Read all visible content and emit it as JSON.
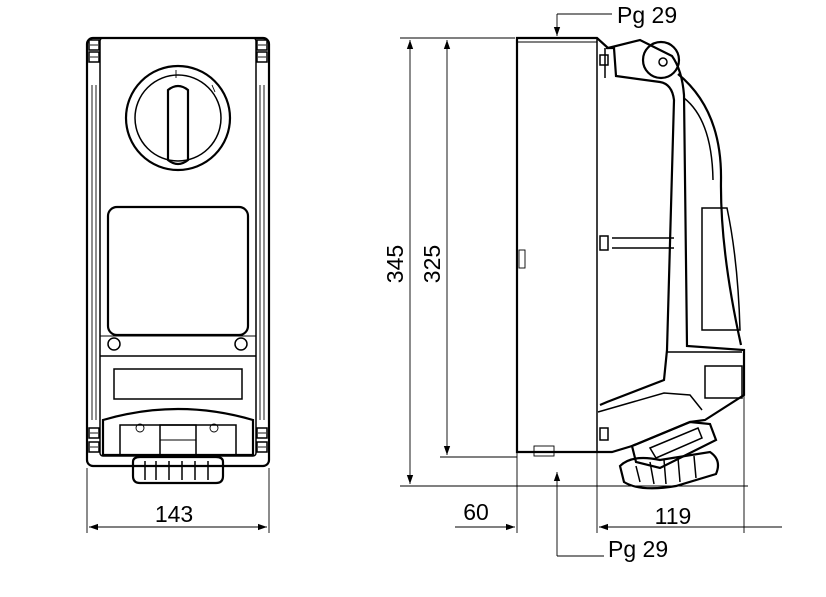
{
  "drawing": {
    "front_view": {
      "width_label": "143"
    },
    "side_view": {
      "height_overall_label": "345",
      "height_inner_label": "325",
      "depth_left_label": "60",
      "depth_right_label": "119",
      "cable_entry_top_label": "Pg 29",
      "cable_entry_bottom_label": "Pg 29"
    }
  }
}
